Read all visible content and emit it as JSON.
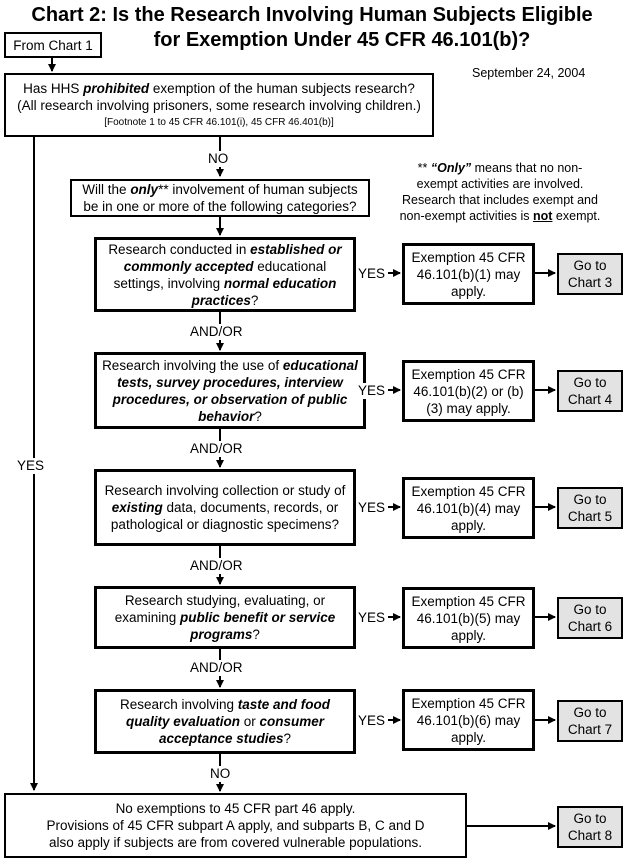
{
  "title": {
    "line1": "Chart 2:  Is the Research Involving Human Subjects Eligible",
    "line2": "for Exemption Under 45 CFR 46.101(b)?"
  },
  "date": "September 24, 2004",
  "from_chart": "From Chart 1",
  "question1": {
    "line1_pre": "Has HHS ",
    "line1_em": "prohibited",
    "line1_post": " exemption of the human subjects research?",
    "line2": "(All research involving prisoners, some research involving children.)",
    "footnote": "[Footnote 1 to 45 CFR 46.101(i), 45 CFR 46.401(b)]"
  },
  "question2": {
    "pre": "Will the ",
    "em": "only",
    "post1": "** involvement of human subjects",
    "post2": "be in one or more of the following categories?"
  },
  "note": {
    "stars": "** ",
    "em": "“Only”",
    "t1": " means that no non-",
    "t2": "exempt activities are involved.",
    "t3": "Research that includes exempt and",
    "t4pre": "non-exempt activities is ",
    "t4em": "not",
    "t4post": " exempt."
  },
  "labels": {
    "no": "NO",
    "yes": "YES",
    "andor": "AND/OR"
  },
  "categories": [
    {
      "p1": "Research conducted in ",
      "e1": "established or commonly accepted",
      "p2": " educational settings, involving ",
      "e2": "normal education practices",
      "p3": "?",
      "exemption": "Exemption 45 CFR 46.101(b)(1) may apply.",
      "goto": "Go to Chart 3"
    },
    {
      "p1": "Research involving the use of ",
      "e1": "educational tests, survey procedures, interview procedures, or observation of public behavior",
      "p2": "?",
      "e2": "",
      "p3": "",
      "exemption": "Exemption 45 CFR 46.101(b)(2) or (b)(3) may apply.",
      "goto": "Go to Chart 4"
    },
    {
      "p1": "Research involving collection or study of ",
      "e1": "existing",
      "p2": " data, documents, records, or pathological or diagnostic specimens?",
      "e2": "",
      "p3": "",
      "exemption": "Exemption 45 CFR 46.101(b)(4) may apply.",
      "goto": "Go to Chart 5"
    },
    {
      "p1": "Research studying, evaluating, or examining ",
      "e1": "public benefit or service programs",
      "p2": "?",
      "e2": "",
      "p3": "",
      "exemption": "Exemption 45 CFR 46.101(b)(5) may apply.",
      "goto": "Go to Chart 6"
    },
    {
      "p1": "Research involving ",
      "e1": "taste and food quality evaluation",
      "p2": " or ",
      "e2": "consumer acceptance studies",
      "p3": "?",
      "exemption": "Exemption 45 CFR 46.101(b)(6) may apply.",
      "goto": "Go to Chart 7"
    }
  ],
  "final": {
    "line1": "No exemptions to 45 CFR part 46 apply.",
    "line2": "Provisions of 45 CFR subpart  A apply, and subparts B, C and D",
    "line3": "also apply if subjects are from covered vulnerable populations.",
    "goto": "Go to Chart 8"
  }
}
